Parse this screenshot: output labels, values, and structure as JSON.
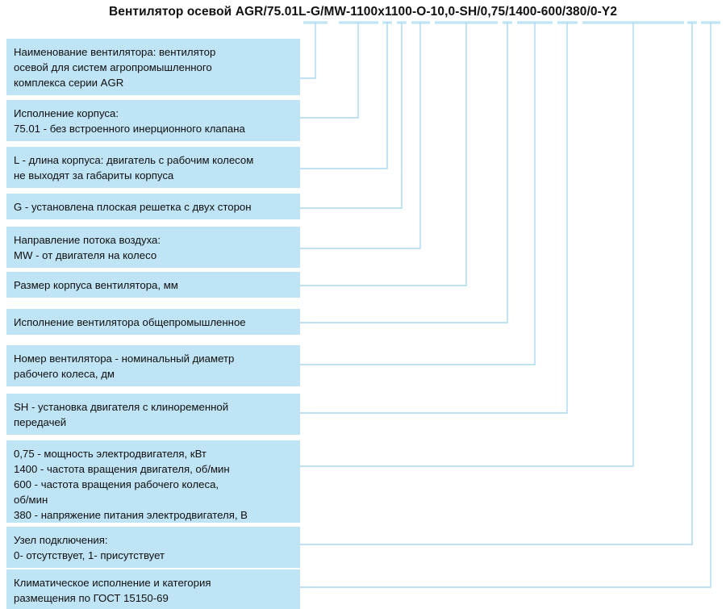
{
  "diagram": {
    "title": "Вентилятор осевой AGR/75.01L-G/MW-1100x1100-O-10,0-SH/0,75/1400-600/380/0-Y2",
    "product_family": "AGR",
    "accent_color": "#bfe4f5",
    "line_color": "#a9d8f0",
    "text_color": "#0f0f0f"
  },
  "code_segments": [
    {
      "key": "series",
      "text": "AGR"
    },
    {
      "key": "housing",
      "text": "75.01"
    },
    {
      "key": "length",
      "text": "L"
    },
    {
      "key": "grille",
      "text": "G"
    },
    {
      "key": "airflow",
      "text": "MW"
    },
    {
      "key": "housing_size",
      "text": "1100x1100"
    },
    {
      "key": "execution",
      "text": "O"
    },
    {
      "key": "fan_number",
      "text": "10,0"
    },
    {
      "key": "drive",
      "text": "SH"
    },
    {
      "key": "motor_data",
      "text": "0,75/1400-600/380"
    },
    {
      "key": "connection",
      "text": "0"
    },
    {
      "key": "climate",
      "text": "Y2"
    }
  ],
  "callouts": [
    {
      "key": "series",
      "lines": [
        "Наименование вентилятора: вентилятор",
        "осевой для систем агропромышленного",
        "комплекса серии AGR"
      ]
    },
    {
      "key": "housing",
      "lines": [
        "Исполнение корпуса:",
        "75.01 - без встроенного инерционного клапана"
      ]
    },
    {
      "key": "length",
      "lines": [
        "L - длина корпуса: двигатель с рабочим колесом",
        "не выходят за габариты корпуса"
      ]
    },
    {
      "key": "grille",
      "lines": [
        "G - установлена плоская решетка с двух сторон"
      ]
    },
    {
      "key": "airflow",
      "lines": [
        "Направление потока воздуха:",
        "MW - от двигателя на колесо"
      ]
    },
    {
      "key": "housing_size",
      "lines": [
        "Размер корпуса вентилятора, мм"
      ]
    },
    {
      "key": "execution",
      "lines": [
        "Исполнение вентилятора общепромышленное"
      ]
    },
    {
      "key": "fan_number",
      "lines": [
        "Номер вентилятора - номинальный диаметр",
        "рабочего колеса, дм"
      ]
    },
    {
      "key": "drive",
      "lines": [
        "SH - установка двигателя с клиноременной",
        "передачей"
      ]
    },
    {
      "key": "motor_data",
      "lines": [
        "0,75 - мощность электродвигателя, кВт",
        "1400 - частота вращения двигателя, об/мин",
        "600 - частота вращения рабочего колеса,",
        "об/мин",
        "380 - напряжение питания электродвигателя, В"
      ]
    },
    {
      "key": "connection",
      "lines": [
        "Узел подключения:",
        "0- отсутствует, 1- присутствует"
      ]
    },
    {
      "key": "climate",
      "lines": [
        "Климатическое исполнение и категория",
        "размещения по ГОСТ 15150-69"
      ]
    }
  ]
}
